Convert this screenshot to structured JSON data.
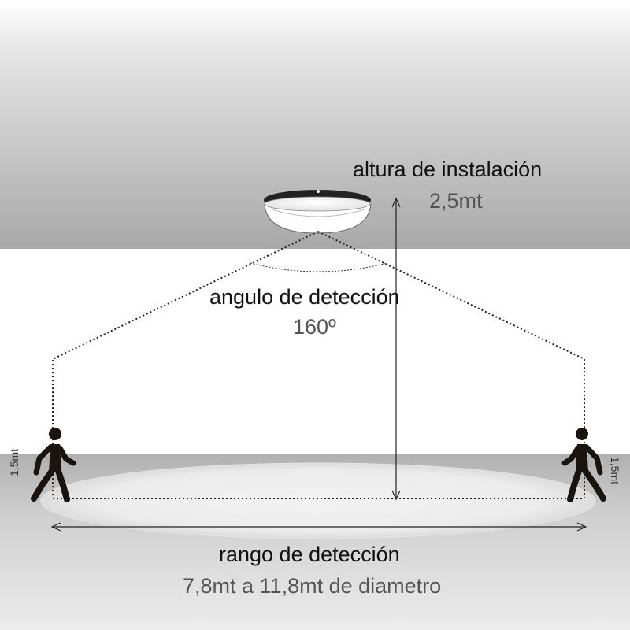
{
  "installation": {
    "title": "altura de instalación",
    "value": "2,5mt"
  },
  "angle": {
    "title": "angulo de detección",
    "value": "160º"
  },
  "range": {
    "title": "rango de detección",
    "value": "7,8mt a 11,8mt de diametro"
  },
  "person_height": "1,5mt",
  "colors": {
    "ceiling_dark": "#a9a9a9",
    "ceiling_light": "#f2f2f2",
    "floor": "#b5b5b5",
    "line": "#222222",
    "figure": "#1a1410"
  },
  "icons": [
    "ceiling-lamp-icon",
    "walking-person-icon"
  ]
}
